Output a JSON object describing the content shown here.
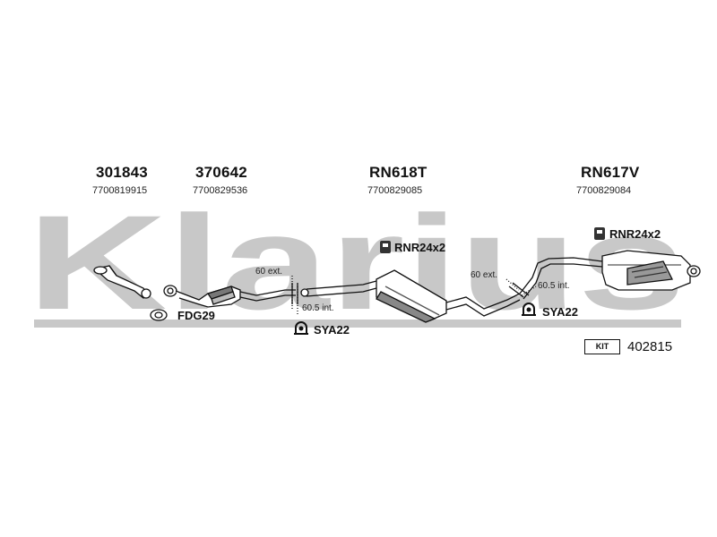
{
  "watermark": {
    "text": "Klarius",
    "color": "#c8c8c8"
  },
  "parts": [
    {
      "part_number": "301843",
      "oem": "7700819915"
    },
    {
      "part_number": "370642",
      "oem": "7700829536"
    },
    {
      "part_number": "RN618T",
      "oem": "7700829085"
    },
    {
      "part_number": "RN617V",
      "oem": "7700829084"
    }
  ],
  "accessories": [
    {
      "label": "RNR24x2",
      "icon": "rubber-mount-icon"
    },
    {
      "label": "RNR24x2",
      "icon": "rubber-mount-icon"
    },
    {
      "label": "FDG29",
      "icon": "gasket-icon"
    },
    {
      "label": "SYA22",
      "icon": "clamp-icon"
    },
    {
      "label": "SYA22",
      "icon": "clamp-icon"
    }
  ],
  "dimensions": [
    {
      "label": "60 ext."
    },
    {
      "label": "60.5 int."
    },
    {
      "label": "60 ext."
    },
    {
      "label": "60.5 int."
    }
  ],
  "kit": {
    "badge": "KIT",
    "number": "402815"
  }
}
